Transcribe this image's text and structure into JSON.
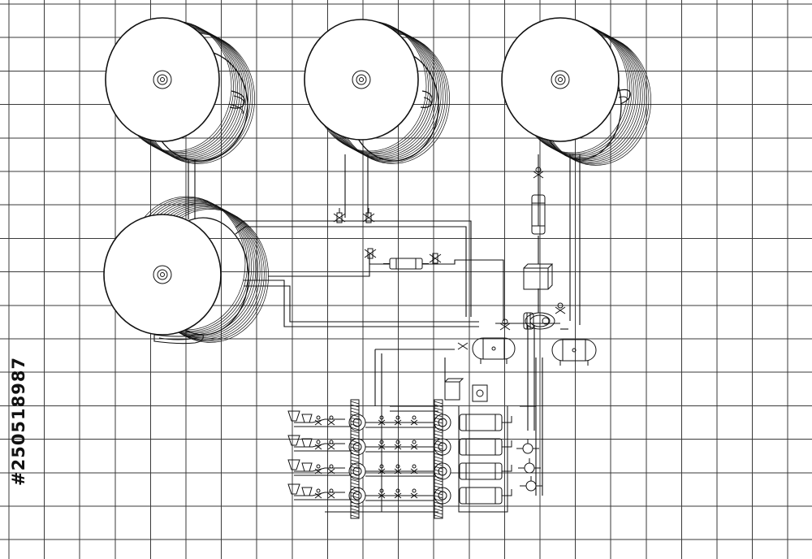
{
  "watermark": {
    "id_text": "#250518987"
  },
  "colors": {
    "background": "#ffffff",
    "grid": "#3a3a3a",
    "line": "#111111"
  },
  "diagram": {
    "kind": "industrial-plant-wireframe",
    "tanks": 4,
    "pump_rows": 4,
    "horizontal_vessels": 2
  }
}
